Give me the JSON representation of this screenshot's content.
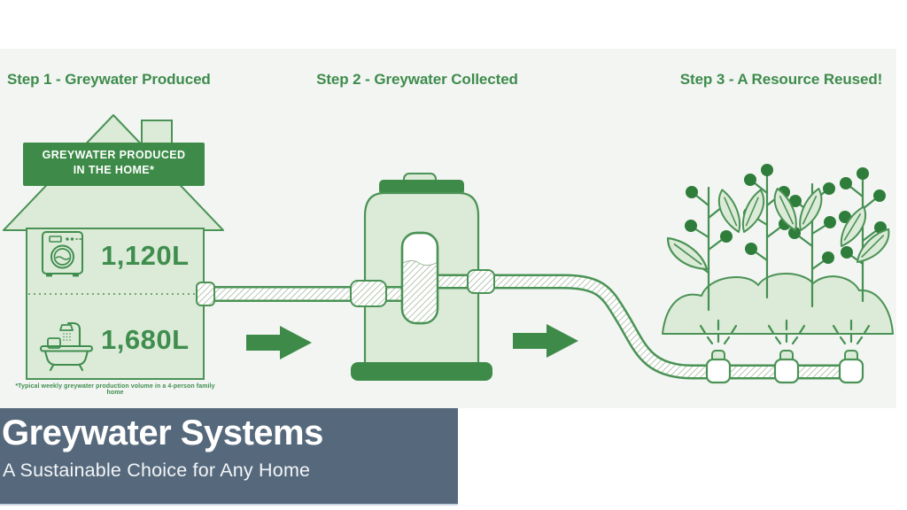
{
  "steps": [
    {
      "label": "Step 1 - Greywater Produced"
    },
    {
      "label": "Step 2 - Greywater Collected"
    },
    {
      "label": "Step 3 - A Resource Reused!"
    }
  ],
  "house": {
    "banner_line1": "GREYWATER PRODUCED",
    "banner_line2": "IN THE HOME*",
    "washing_machine_volume": "1,120L",
    "bathtub_volume": "1,680L",
    "footnote": "*Typical weekly greywater production volume in a 4-person family home"
  },
  "footer": {
    "title": "Greywater Systems",
    "subtitle": "A Sustainable Choice for Any Home"
  },
  "colors": {
    "accent_green": "#3e8b49",
    "light_green": "#dcead8",
    "outline_green": "#4a9355",
    "berry_green": "#2f7d3a",
    "panel_grey": "#f3f5f3",
    "footer_slate": "#56697c"
  }
}
